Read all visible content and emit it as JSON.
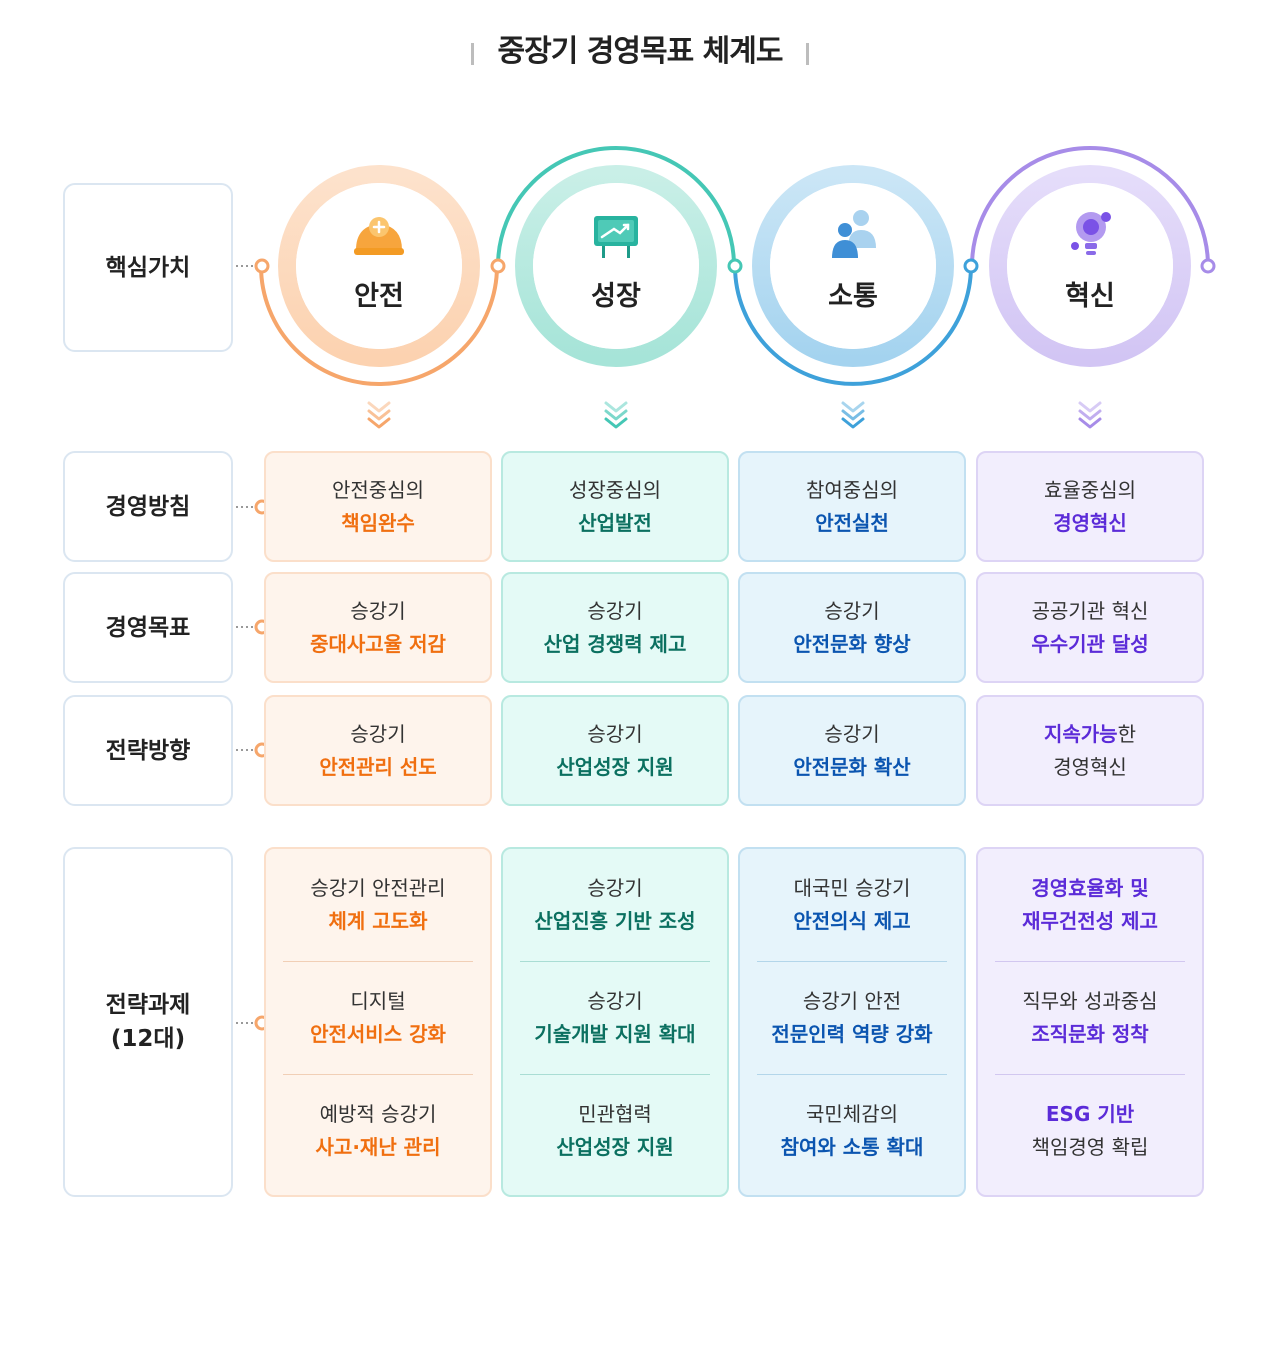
{
  "title": "중장기 경영목표 체계도",
  "labels": {
    "core_values": "핵심가치",
    "policy": "경영방침",
    "goal": "경영목표",
    "strategy": "전략방향",
    "tasks_line1": "전략과제",
    "tasks_line2": "(12대)"
  },
  "colors": {
    "orange": "#f06f10",
    "teal": "#0b7060",
    "blue": "#0b55b0",
    "purple": "#5b2bd8"
  },
  "values": [
    {
      "name": "안전",
      "icon": "hardhat-icon"
    },
    {
      "name": "성장",
      "icon": "growth-board-icon"
    },
    {
      "name": "소통",
      "icon": "people-icon"
    },
    {
      "name": "혁신",
      "icon": "lightbulb-icon"
    }
  ],
  "policy": [
    {
      "line1": "안전중심의",
      "line2": "책임완수"
    },
    {
      "line1": "성장중심의",
      "line2": "산업발전"
    },
    {
      "line1": "참여중심의",
      "line2": "안전실천"
    },
    {
      "line1": "효율중심의",
      "line2": "경영혁신"
    }
  ],
  "goal": [
    {
      "line1": "승강기",
      "line2": "중대사고율 저감"
    },
    {
      "line1": "승강기",
      "line2": "산업 경쟁력 제고"
    },
    {
      "line1": "승강기",
      "line2": "안전문화 향상"
    },
    {
      "line1": "공공기관 혁신",
      "line2": "우수기관 달성"
    }
  ],
  "strategy": [
    {
      "line1": "승강기",
      "line2": "안전관리 선도"
    },
    {
      "line1": "승강기",
      "line2": "산업성장 지원"
    },
    {
      "line1": "승강기",
      "line2": "안전문화 확산"
    },
    {
      "line1_em": "지속가능",
      "line1_rest": "한",
      "line2": "경영혁신"
    }
  ],
  "tasks": [
    [
      {
        "line1": "승강기 안전관리",
        "line2": "체계 고도화"
      },
      {
        "line1": "디지털",
        "line2": "안전서비스 강화"
      },
      {
        "line1": "예방적 승강기",
        "line2": "사고·재난 관리"
      }
    ],
    [
      {
        "line1": "승강기",
        "line2": "산업진흥 기반 조성"
      },
      {
        "line1": "승강기",
        "line2": "기술개발 지원 확대"
      },
      {
        "line1": "민관협력",
        "line2": "산업성장 지원"
      }
    ],
    [
      {
        "line1": "대국민 승강기",
        "line2": "안전의식 제고"
      },
      {
        "line1": "승강기 안전",
        "line2": "전문인력 역량 강화"
      },
      {
        "line1": "국민체감의",
        "line2": "참여와 소통 확대"
      }
    ],
    [
      {
        "line1": "경영효율화 및",
        "line2": "재무건전성 제고"
      },
      {
        "line1": "직무와 성과중심",
        "line2": "조직문화 정착"
      },
      {
        "line1": "ESG 기반",
        "line2": "책임경영 확립"
      }
    ]
  ]
}
